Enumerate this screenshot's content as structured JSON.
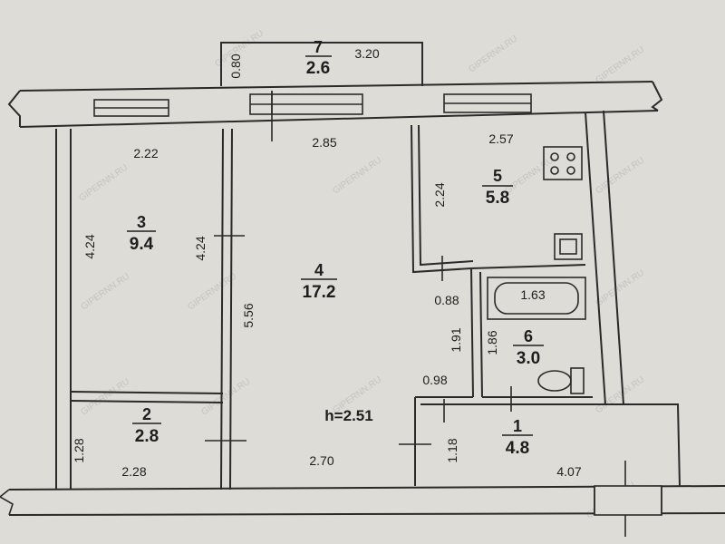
{
  "rooms": [
    {
      "id": "1",
      "area": "4.8"
    },
    {
      "id": "2",
      "area": "2.8"
    },
    {
      "id": "3",
      "area": "9.4"
    },
    {
      "id": "4",
      "area": "17.2"
    },
    {
      "id": "5",
      "area": "5.8"
    },
    {
      "id": "6",
      "area": "3.0"
    },
    {
      "id": "7",
      "area": "2.6"
    }
  ],
  "dimensions": {
    "balcony_width": "3.20",
    "balcony_depth": "0.80",
    "room3_width": "2.22",
    "room3_left_length": "4.24",
    "room4_left_length": "4.24",
    "room4_top_width": "2.85",
    "room4_length": "5.56",
    "room4_bottom_width": "2.70",
    "kitchen_width": "2.57",
    "kitchen_length": "2.24",
    "corridor_width": "0.88",
    "corridor_length": "1.91",
    "bath_length": "1.63",
    "bath_height": "1.86",
    "hall_passage": "0.98",
    "hall_depth": "1.18",
    "hall_length": "4.07",
    "room2_depth": "1.28",
    "room2_width": "2.28"
  },
  "ceiling_height": "h=2.51",
  "watermark": "GIPERNN.RU"
}
